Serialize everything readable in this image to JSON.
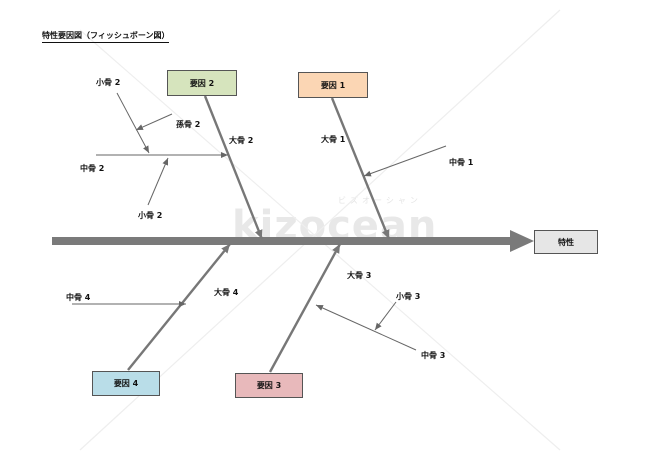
{
  "title": "特性要因図（フィッシュボーン図）",
  "watermark": {
    "logo": "kizocean",
    "kana": "ビズオーシャン"
  },
  "effect": {
    "label": "特性",
    "color": "#e6e6e6"
  },
  "factors": {
    "f1": {
      "label": "要因 1",
      "color": "#fbd6b4"
    },
    "f2": {
      "label": "要因 2",
      "color": "#d6e4bd"
    },
    "f3": {
      "label": "要因 3",
      "color": "#e8b9bb"
    },
    "f4": {
      "label": "要因 4",
      "color": "#b9dde8"
    }
  },
  "bones": {
    "large1": "大骨 1",
    "large2": "大骨 2",
    "large3": "大骨 3",
    "large4": "大骨 4",
    "medium1": "中骨 1",
    "medium2": "中骨 2",
    "medium3": "中骨 3",
    "medium4": "中骨 4",
    "small2_top": "小骨 2",
    "small2_bottom": "小骨 2",
    "small3": "小骨 3",
    "grandchild2": "孫骨 2"
  },
  "colors": {
    "spine": "#7a7a7a",
    "bone": "#777777",
    "thin": "#666666"
  }
}
